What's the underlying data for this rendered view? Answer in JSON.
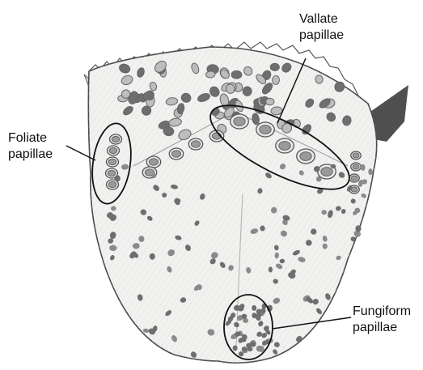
{
  "labels": {
    "vallate": {
      "line1": "Vallate",
      "line2": "papillae"
    },
    "foliate": {
      "line1": "Foliate",
      "line2": "papillae"
    },
    "fungiform": {
      "line1": "Fungiform",
      "line2": "papillae"
    }
  },
  "colors": {
    "tongue_fill": "#f1f1f0",
    "tongue_outline": "#4a4a4a",
    "papilla_dark": "#6e6e6e",
    "papilla_light": "#bdbdbd",
    "epiglottis_dark": "#3c3c3c",
    "callout": "#111111"
  }
}
